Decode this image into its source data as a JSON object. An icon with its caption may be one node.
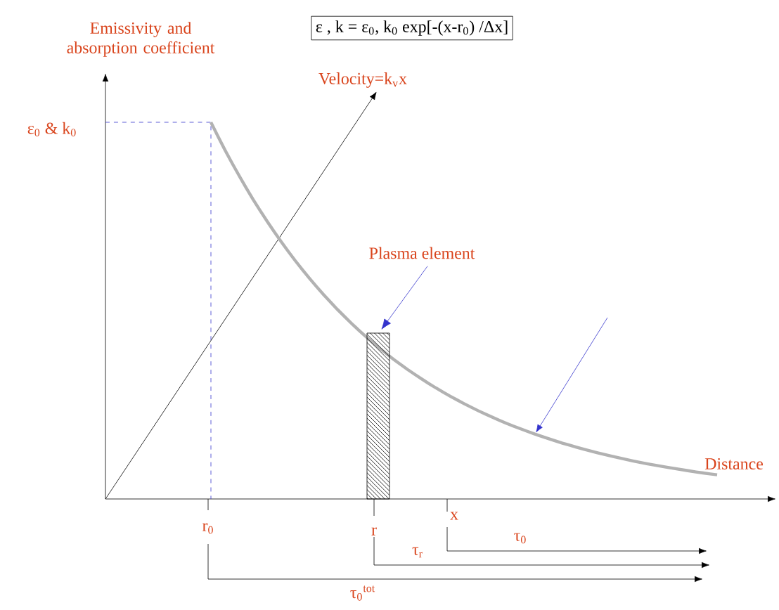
{
  "diagram": {
    "nodes": [
      {
        "text": [
          "ε , k = ε$_{0}$, k$_{0}$ exp[-(x-r$_{0}$) /Δx]"
        ]
      },
      {
        "text": [
          "Plasma element"
        ]
      },
      {
        "text": [],
        "shape": "bar"
      }
    ],
    "edges": [
      {
        "from": 1,
        "to": 2,
        "arrow": "to"
      }
    ],
    "labels": [
      "Emissivity and absorption coefficient",
      "Velocity=k$_{v}$x",
      "ε$_{0}$ & k$_{0}$",
      "Distance",
      "r$_{0}$",
      "r",
      "x",
      "τ$_{0}$",
      "τ$_{r}$",
      "τ$_{0}$$^{tot}$"
    ]
  }
}
